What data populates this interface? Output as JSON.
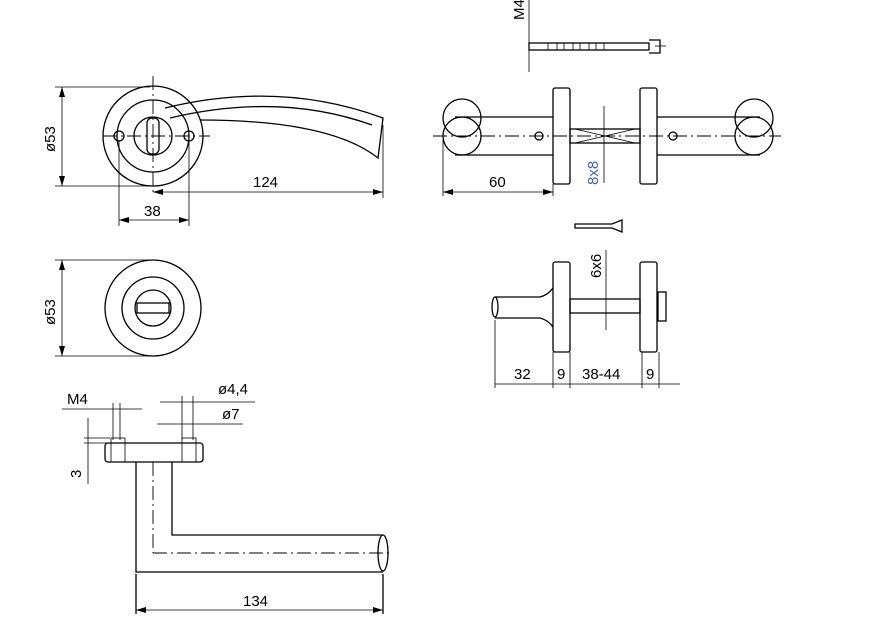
{
  "drawing": {
    "front_view": {
      "diameter_label": "ø53",
      "length_label": "124",
      "offset_label": "38"
    },
    "rosette_view": {
      "diameter_label": "ø53"
    },
    "side_view": {
      "thread_label": "M4",
      "hole_label": "ø4,4",
      "counterbore_label": "ø7",
      "height_label": "3",
      "length_label": "134"
    },
    "assembly_top": {
      "screw_thread_label": "M4",
      "length_label": "60",
      "spindle_label": "8x8"
    },
    "assembly_bottom": {
      "spindle_label": "6x6",
      "dims": [
        "32",
        "9",
        "38-44",
        "9"
      ]
    },
    "colors": {
      "spindle_label_a": "#e07a1f",
      "spindle_label_b": "#3a5fcd"
    }
  }
}
